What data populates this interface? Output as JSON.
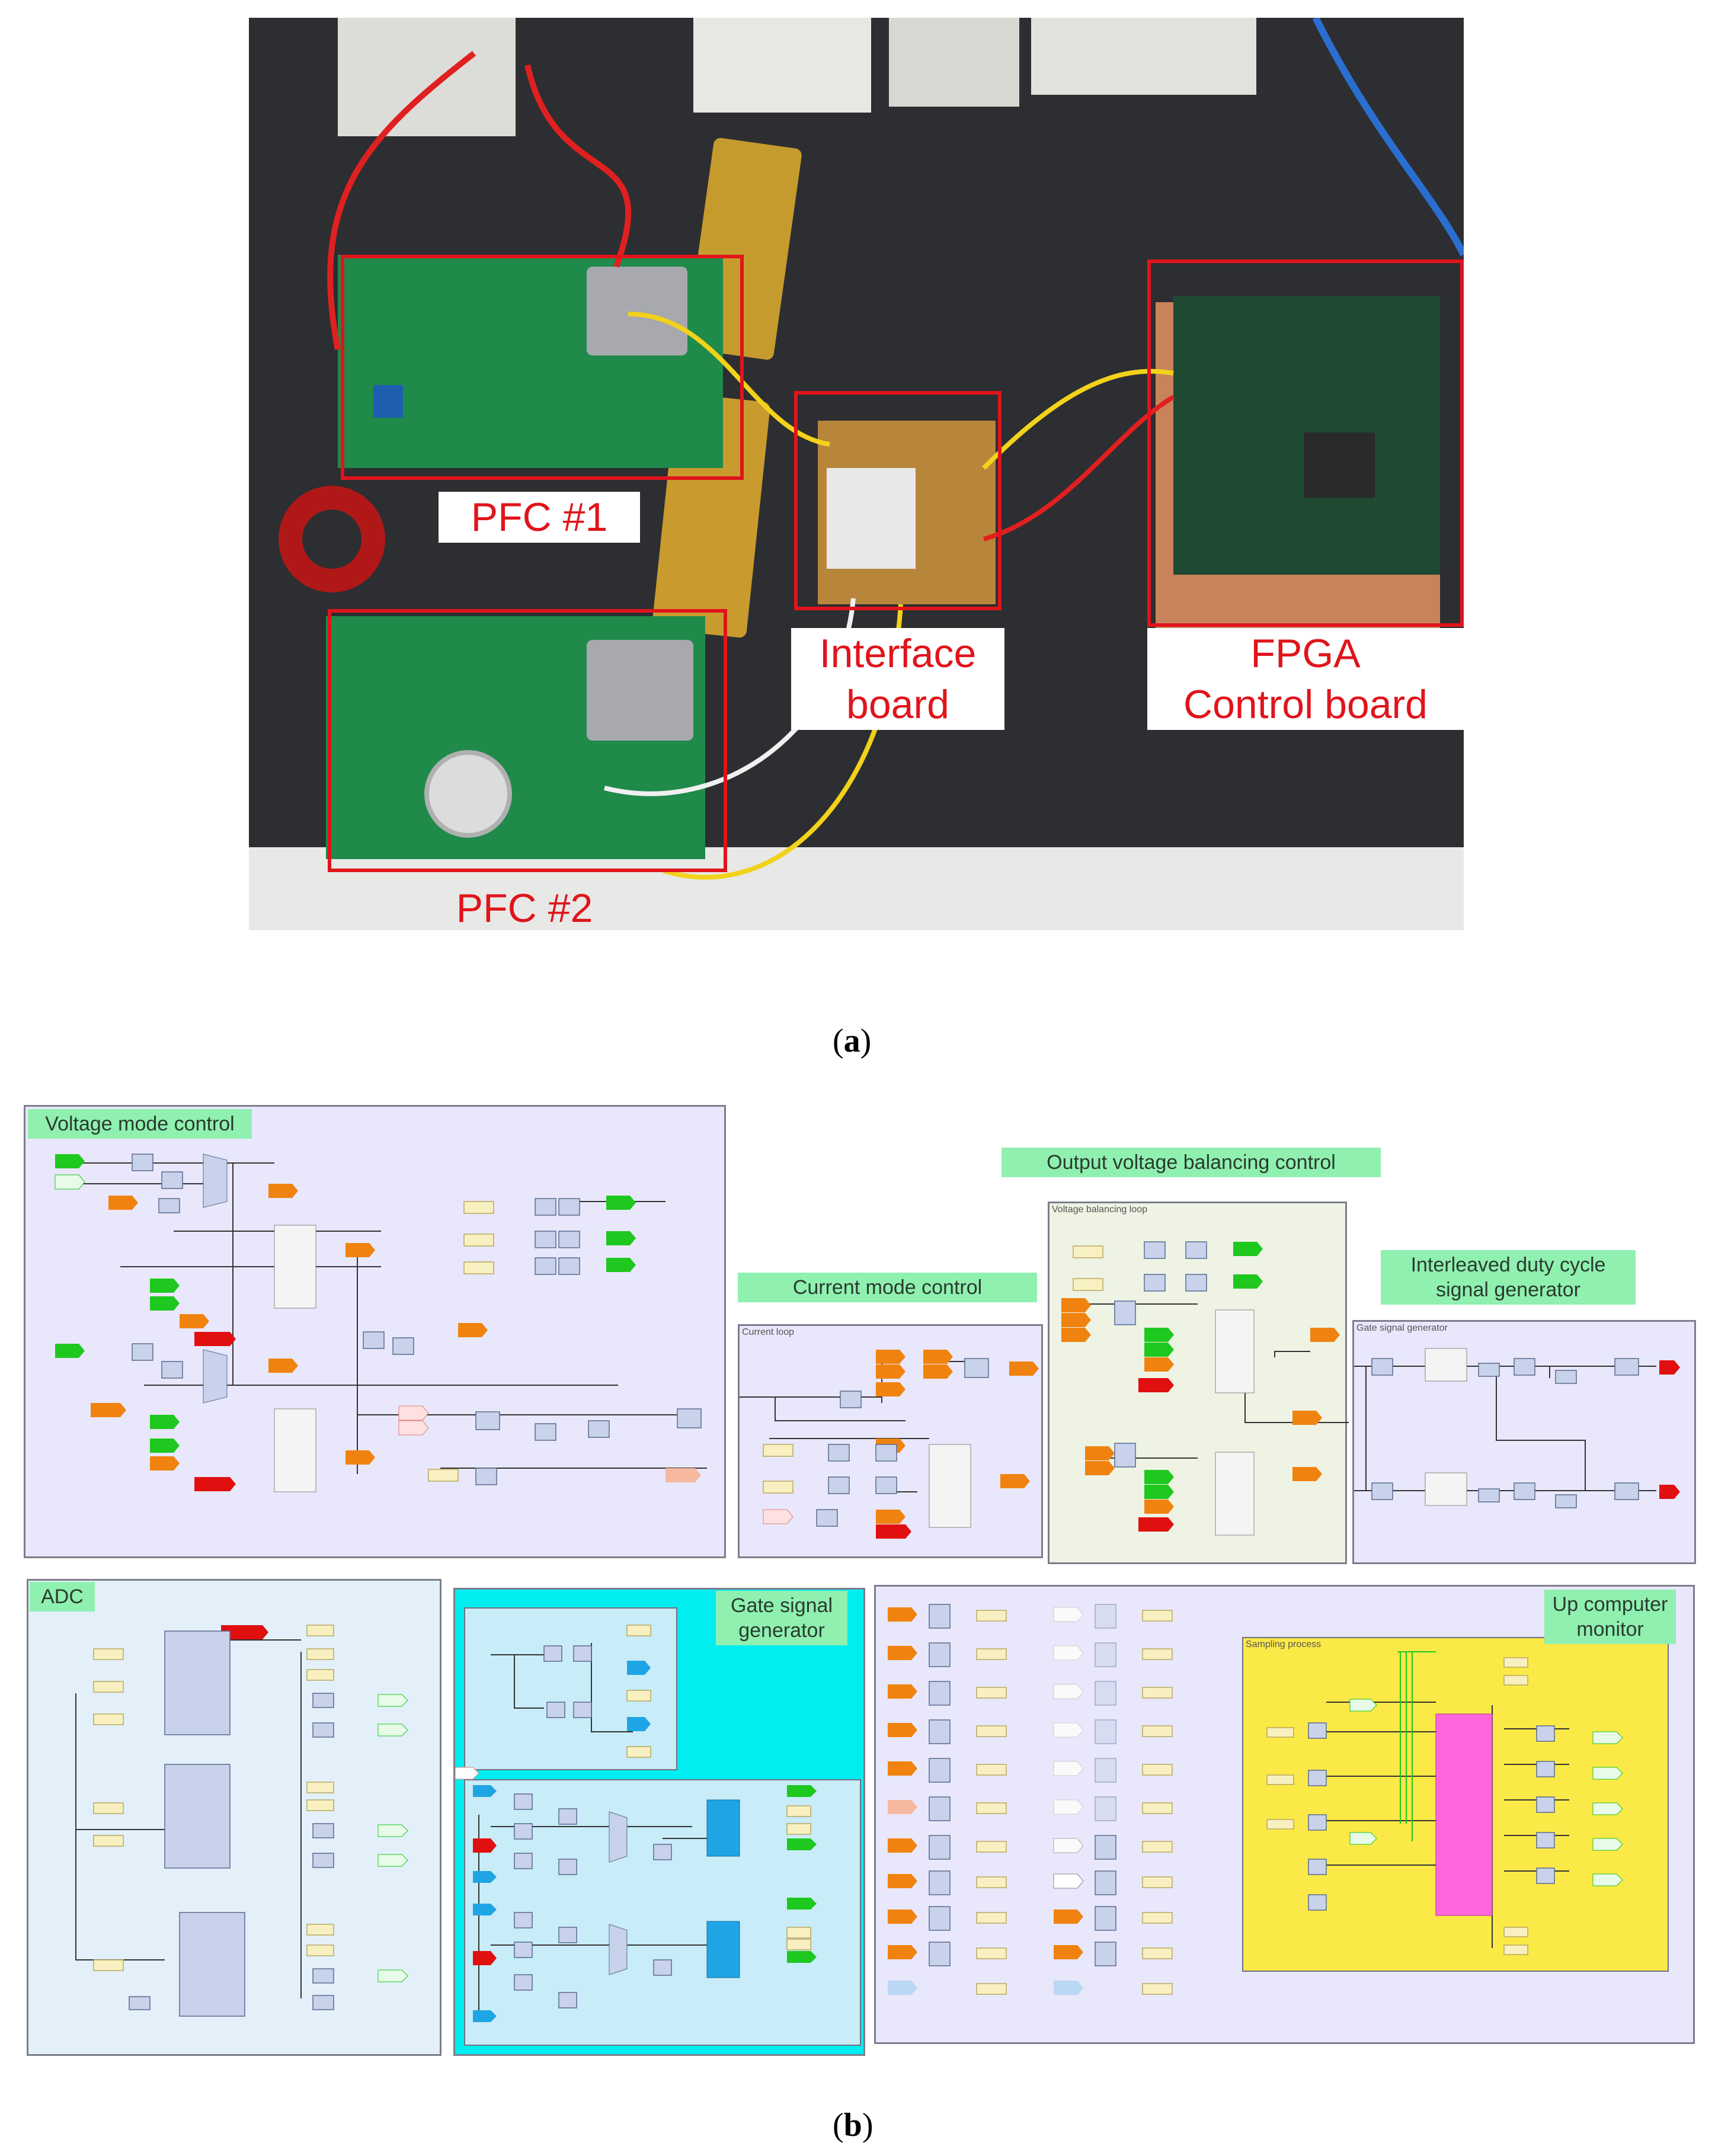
{
  "part_a": {
    "labels": {
      "pfc1": "PFC #1",
      "pfc2": "PFC #2",
      "interface_line1": "Interface",
      "interface_line2": "board",
      "fpga_line1": "FPGA",
      "fpga_line2": "Control board"
    },
    "caption": "a"
  },
  "part_b": {
    "groups": {
      "voltage_mode": "Voltage mode control",
      "current_mode": "Current mode control",
      "current_loop": "Current loop",
      "output_balancing": "Output voltage balancing control",
      "voltage_balancing_loop": "Voltage balancing loop",
      "interleaved_line1": "Interleaved duty cycle",
      "interleaved_line2": "signal generator",
      "gate_signal_generator_small": "Gate signal generator",
      "adc": "ADC",
      "gate_line1": "Gate signal",
      "gate_line2": "generator",
      "up_line1": "Up computer",
      "up_line2": "monitor",
      "sampling_process": "Sampling process"
    },
    "caption": "b"
  },
  "colors": {
    "red_box": "#e0141b",
    "green_label": "#8ff0b0",
    "lavender_panel": "#e9e7fb",
    "cyan_panel": "#00eef0",
    "yellow_block": "#fbe947",
    "magenta_block": "#ff66dd"
  }
}
